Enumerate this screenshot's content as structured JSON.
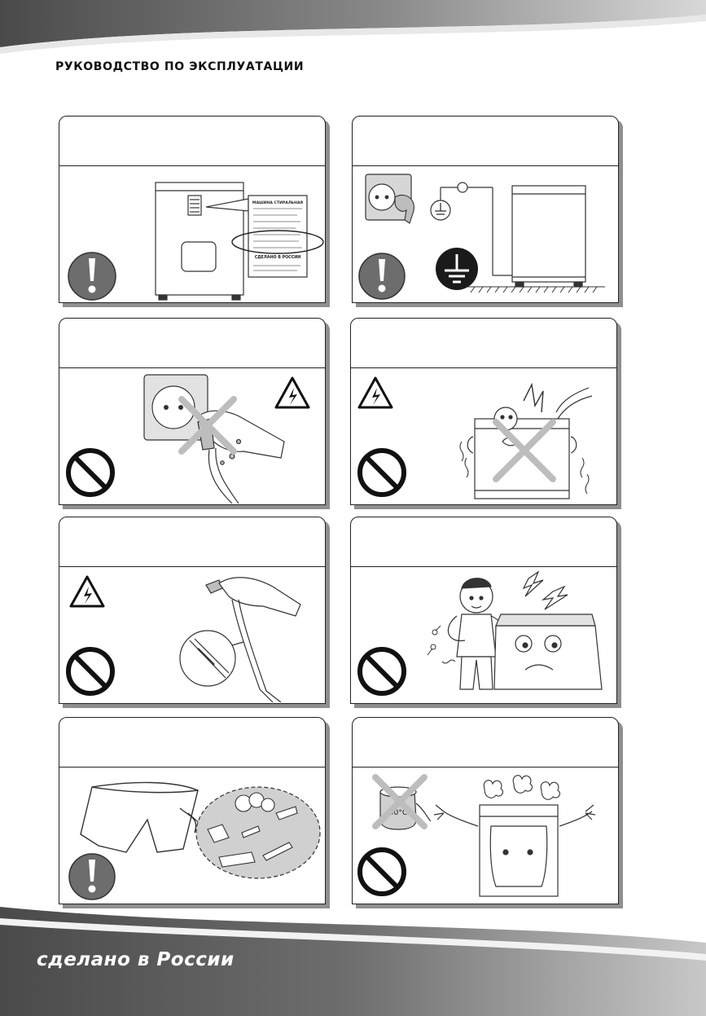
{
  "header": {
    "title": "РУКОВОДСТВО ПО ЭКСПЛУАТАЦИИ"
  },
  "footer": {
    "brand": "сделано в России"
  },
  "panels": [
    {
      "id": "rating-label",
      "symbol": "exclamation-icon",
      "label_lines": [
        "МАШИНА СТИРАЛЬНАЯ",
        "СДЕЛАНО В РОССИИ"
      ]
    },
    {
      "id": "grounding",
      "symbol": "exclamation-icon"
    },
    {
      "id": "wet-hands-plug",
      "symbol": "prohibition-icon",
      "warning": "high-voltage-icon"
    },
    {
      "id": "water-splash",
      "symbol": "prohibition-icon",
      "warning": "high-voltage-icon"
    },
    {
      "id": "damaged-cord",
      "symbol": "prohibition-icon",
      "warning": "high-voltage-icon"
    },
    {
      "id": "electric-shock-person",
      "symbol": "prohibition-icon"
    },
    {
      "id": "empty-pockets",
      "symbol": "exclamation-icon"
    },
    {
      "id": "hot-water",
      "symbol": "prohibition-icon",
      "kettle_label": "50°C"
    }
  ],
  "colors": {
    "band_dark": "#5a5a5a",
    "band_light": "#bdbdbd",
    "panel_shadow": "#8f8f8f",
    "sign_gray": "#6d6d6d"
  }
}
